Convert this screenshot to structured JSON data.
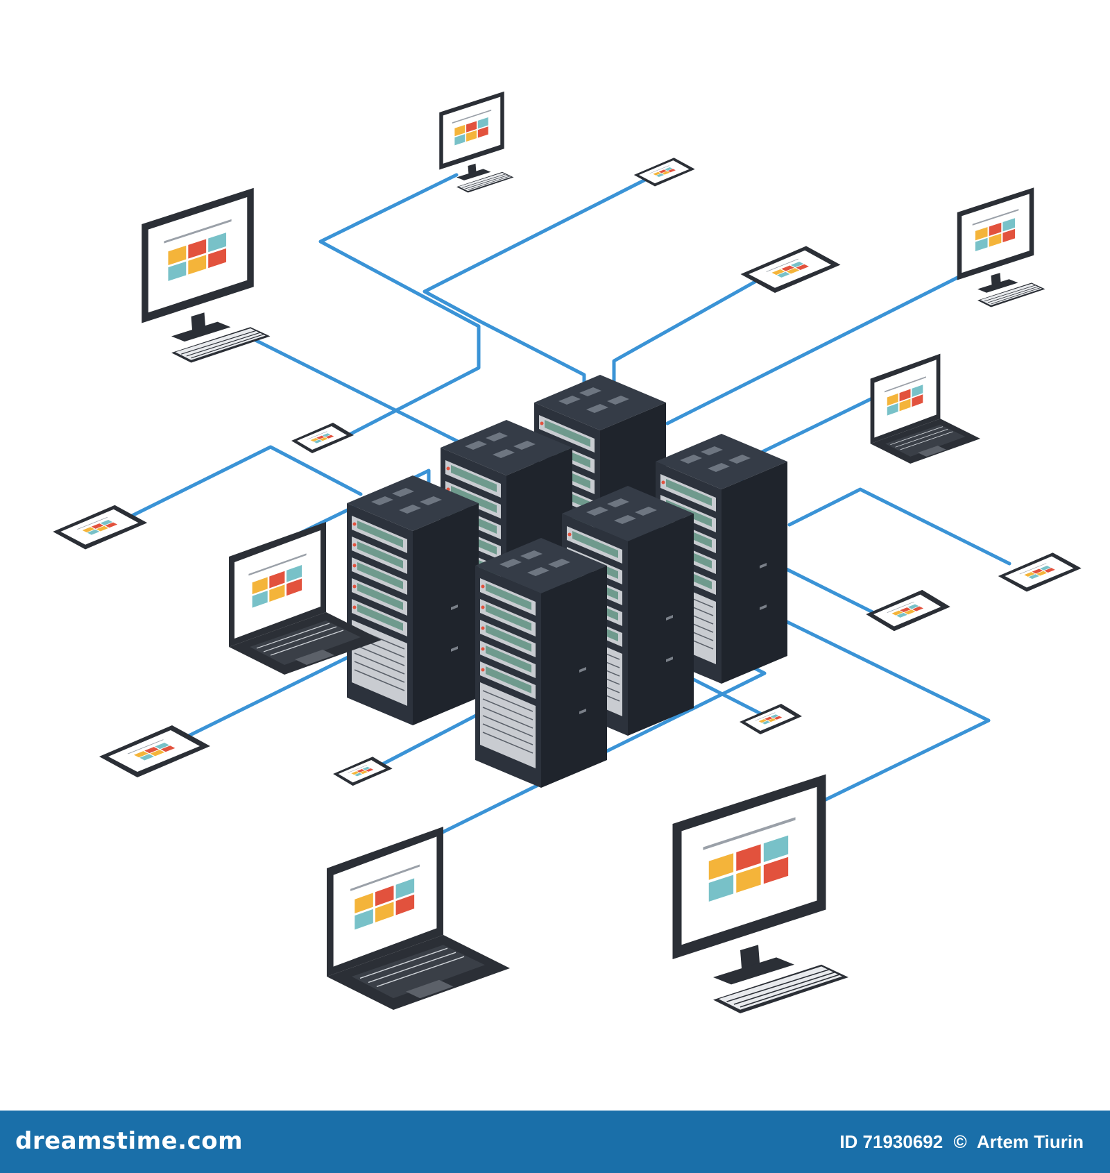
{
  "colors": {
    "link": "#3a93d6",
    "server_body": "#2c323c",
    "server_side": "#1f242c",
    "server_top": "#353c47",
    "device_frame": "#2b2f36",
    "screen_bg": "#ffffff",
    "tile_colors": [
      "#f4b43a",
      "#e2523d",
      "#78c1c8",
      "#e2523d",
      "#78c1c8",
      "#f4b43a"
    ],
    "footer_bg": "#1a6fa9"
  },
  "network": {
    "servers": [
      "server-1",
      "server-2",
      "server-3",
      "server-4",
      "server-5",
      "server-6"
    ],
    "devices": [
      "desktop-top",
      "tablet-top",
      "desktop-upper-left",
      "tablet-upper-right",
      "desktop-upper-right",
      "laptop-right",
      "phone-mid-left",
      "tablet-left",
      "laptop-left",
      "tablet-lower-left",
      "phone-center-bottom",
      "phone-lower-right",
      "tablet-right",
      "phone-right",
      "laptop-bottom",
      "desktop-bottom-right"
    ]
  },
  "footer": {
    "brand": "dreamstime.com",
    "id_label": "ID 71930692",
    "copyright": "©",
    "author": "Artem Tiurin"
  }
}
